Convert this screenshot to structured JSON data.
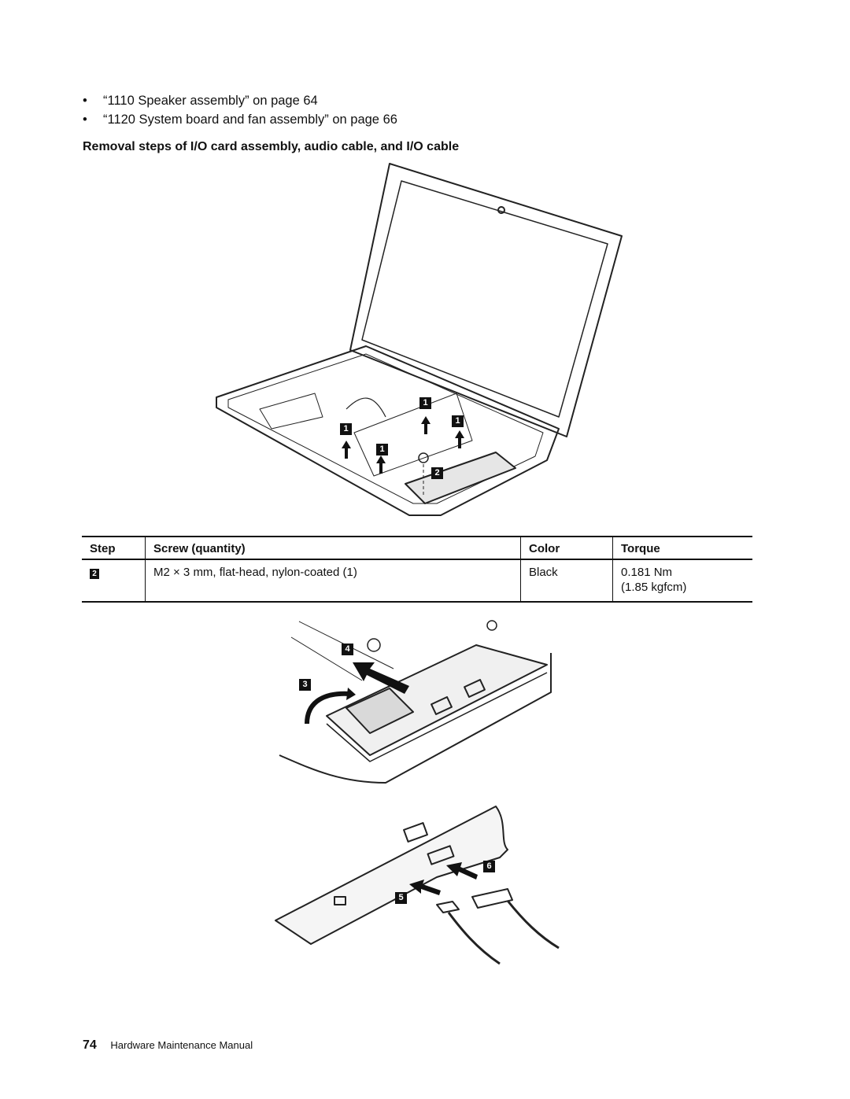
{
  "bullets": [
    "“1110 Speaker assembly” on page 64",
    "“1120 System board and fan assembly” on page 66"
  ],
  "section_title": "Removal steps of I/O card assembly, audio cable, and I/O cable",
  "figure1": {
    "callouts": [
      "1",
      "1",
      "1",
      "1",
      "2"
    ]
  },
  "table": {
    "headers": {
      "step": "Step",
      "screw": "Screw (quantity)",
      "color": "Color",
      "torque": "Torque"
    },
    "rows": [
      {
        "step": "2",
        "screw": "M2 × 3 mm, flat-head, nylon-coated (1)",
        "color": "Black",
        "torque_1": "0.181 Nm",
        "torque_2": "(1.85 kgfcm)"
      }
    ]
  },
  "figure2": {
    "callouts": [
      "4",
      "3"
    ]
  },
  "figure3": {
    "callouts": [
      "6",
      "5"
    ]
  },
  "footer": {
    "page_number": "74",
    "manual_title": "Hardware Maintenance Manual"
  }
}
